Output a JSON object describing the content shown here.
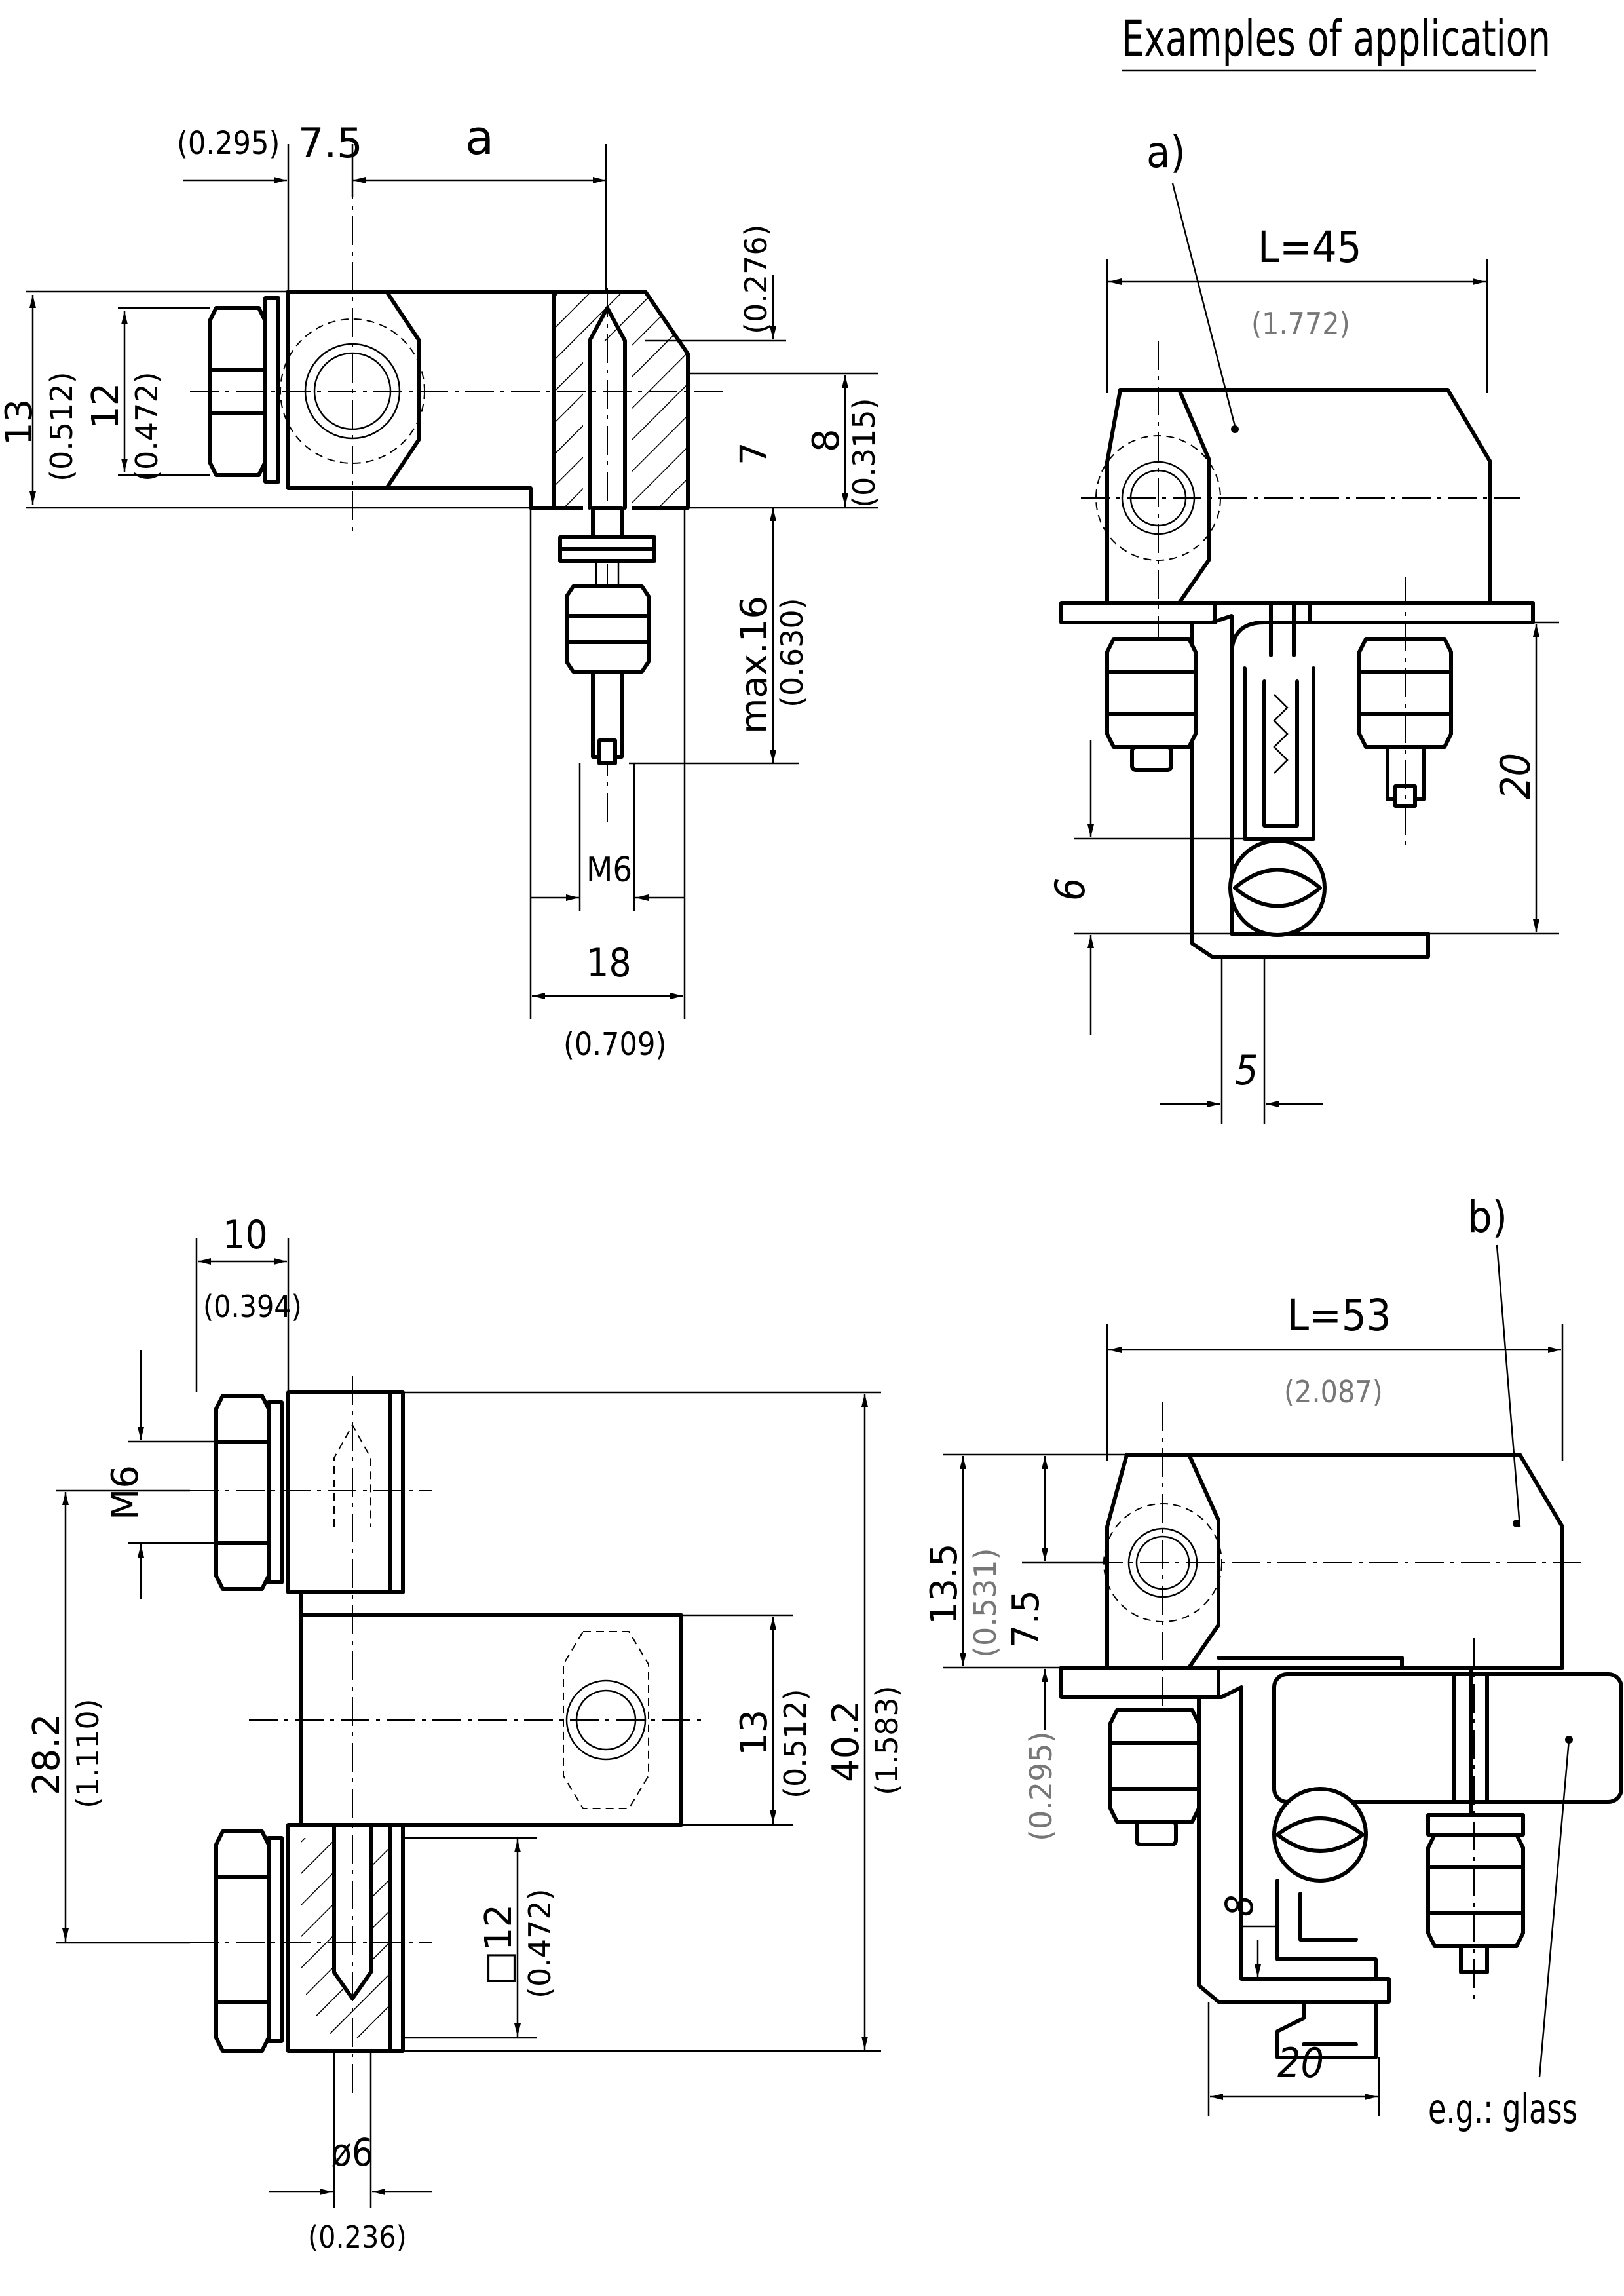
{
  "header": {
    "title": "Examples of application"
  },
  "top_view": {
    "dim_a_inch": "(0.295)",
    "dim_a": "7.5",
    "dim_a_label": "a",
    "dim_h1": "13",
    "dim_h1_inch": "(0.512)",
    "dim_h2": "12",
    "dim_h2_inch": "(0.472)",
    "dim_top_inch": "(0.276)",
    "dim_7": "7",
    "dim_8": "8",
    "dim_8_inch": "(0.315)",
    "dim_max": "max.16",
    "dim_max_inch": "(0.630)",
    "dim_thread": "M6",
    "dim_18": "18",
    "dim_18_inch": "(0.709)"
  },
  "example_a": {
    "label": "a)",
    "length": "L=45",
    "length_inch": "(1.772)",
    "dim_20": "20",
    "dim_6": "6",
    "dim_5": "5"
  },
  "bottom_view": {
    "dim_10": "10",
    "dim_10_inch": "(0.394)",
    "dim_thread": "M6",
    "dim_282": "28.2",
    "dim_282_inch": "(1.110)",
    "dim_13": "13",
    "dim_13_inch": "(0.512)",
    "dim_402": "40.2",
    "dim_402_inch": "(1.583)",
    "dim_sq": "□12",
    "dim_sq_inch": "(0.472)",
    "dim_dia": "ø6",
    "dim_dia_inch": "(0.236)"
  },
  "example_b": {
    "label": "b)",
    "length": "L=53",
    "length_inch": "(2.087)",
    "dim_135": "13.5",
    "dim_135_inch": "(0.531)",
    "dim_75": "7.5",
    "dim_75_inch": "(0.295)",
    "dim_8": "8",
    "dim_20": "20",
    "note": "e.g.: glass"
  }
}
